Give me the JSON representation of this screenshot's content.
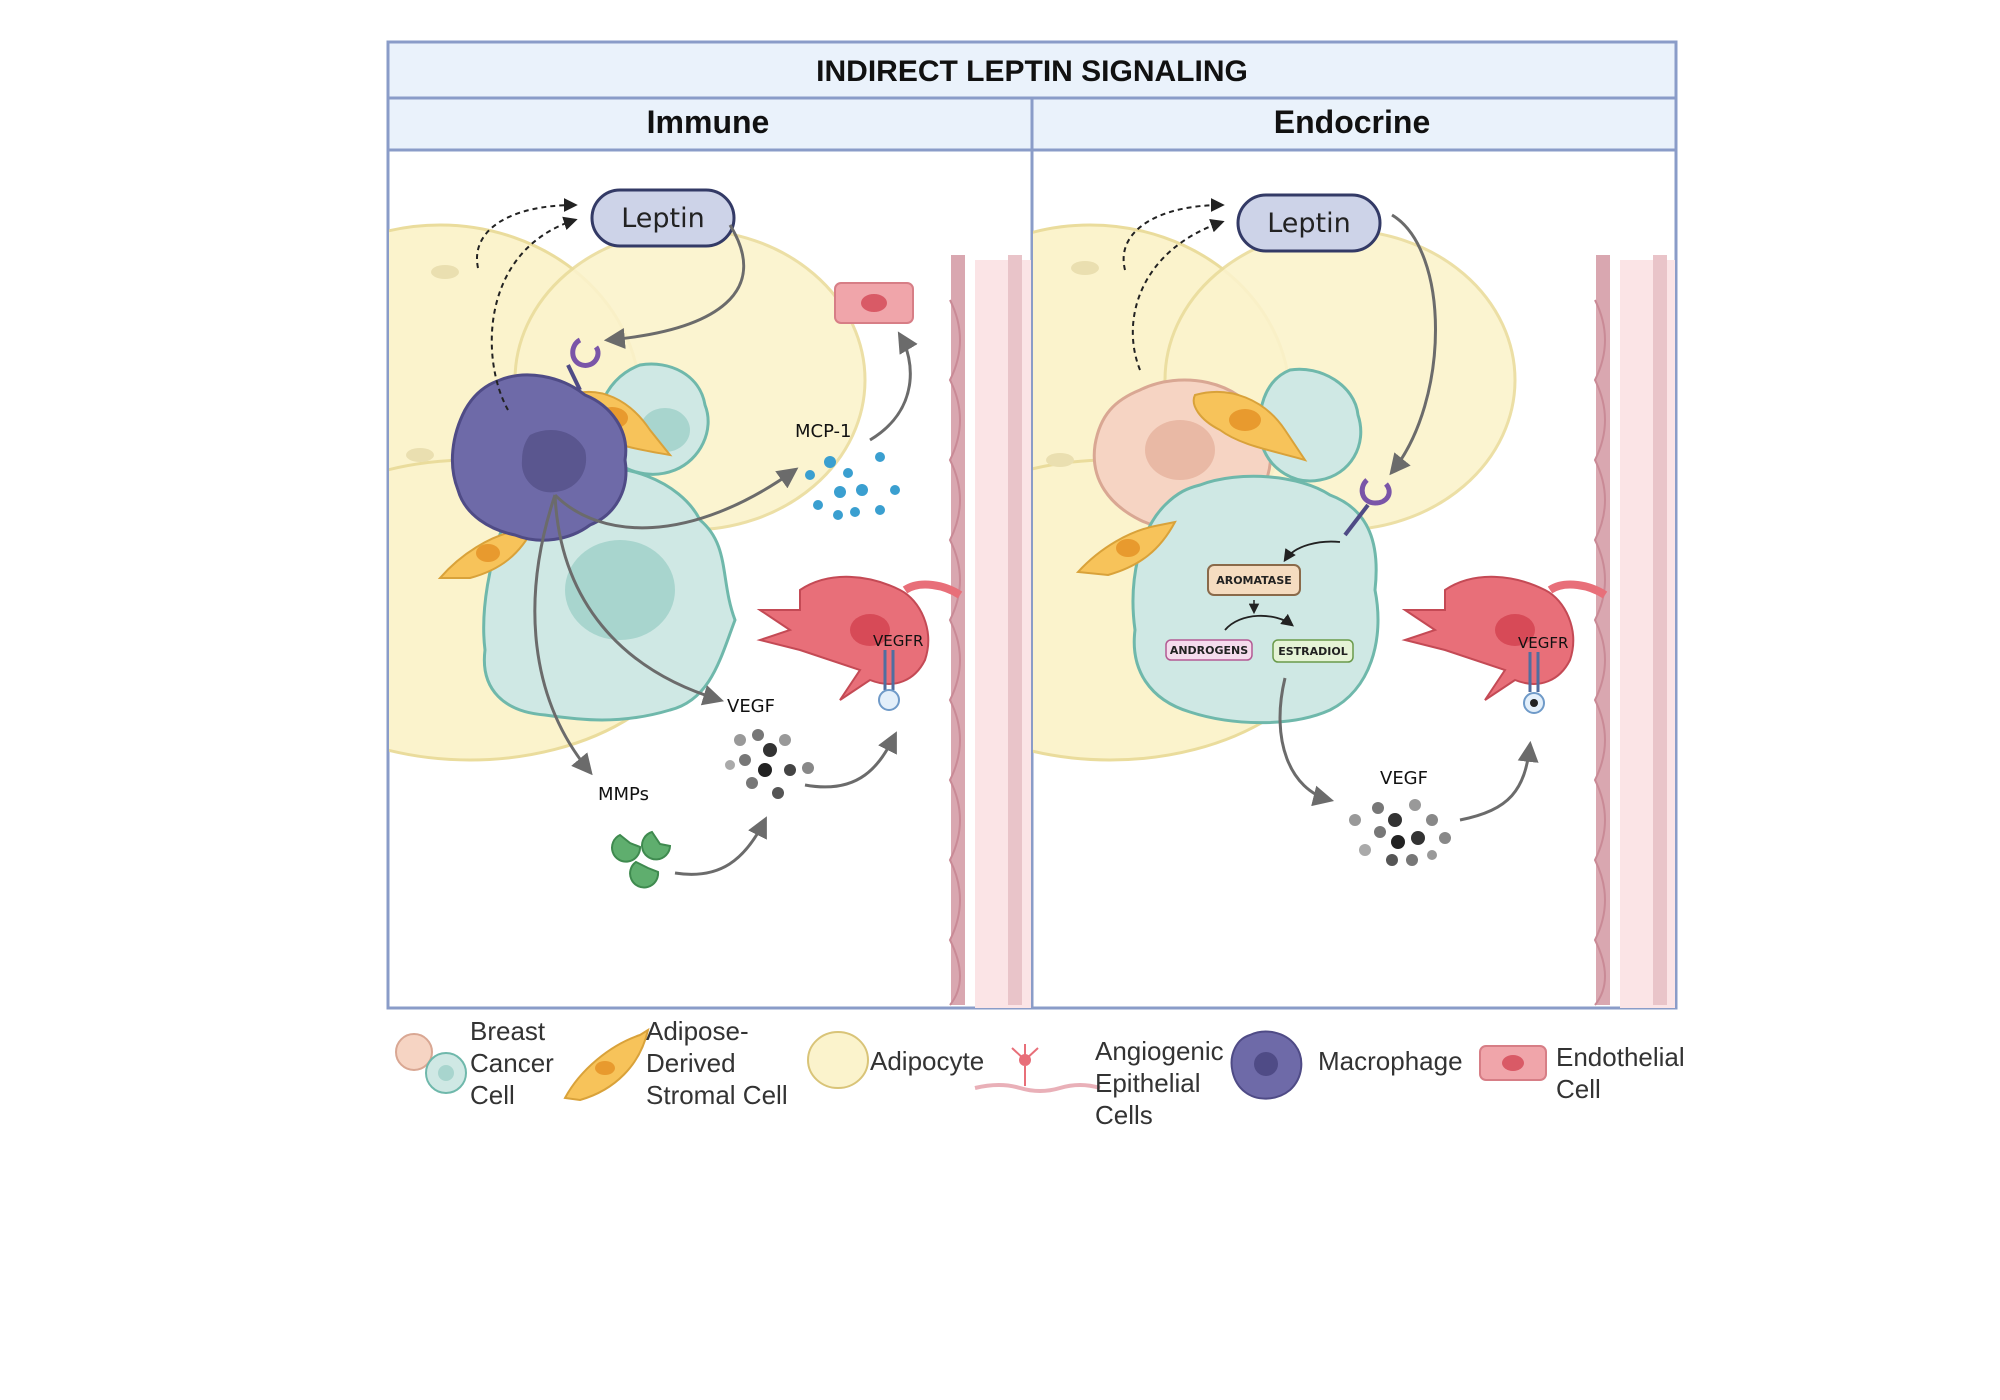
{
  "title": "INDIRECT LEPTIN SIGNALING",
  "panels": {
    "immune": {
      "heading": "Immune",
      "leptin": "Leptin",
      "mcp1": "MCP-1",
      "vegfr": "VEGFR",
      "vegf": "VEGF",
      "mmps": "MMPs"
    },
    "endocrine": {
      "heading": "Endocrine",
      "leptin": "Leptin",
      "aromatase": "AROMATASE",
      "androgens": "ANDROGENS",
      "estradiol": "ESTRADIOL",
      "vegfr": "VEGFR",
      "vegf": "VEGF"
    }
  },
  "legend": {
    "breast_cancer_cell": [
      "Breast",
      "Cancer",
      "Cell"
    ],
    "adipose_stromal_cell": [
      "Adipose-",
      "Derived",
      "Stromal Cell"
    ],
    "adipocyte": [
      "Adipocyte"
    ],
    "angiogenic_epithelial": [
      "Angiogenic",
      "Epithelial",
      "Cells"
    ],
    "macrophage": [
      "Macrophage"
    ],
    "endothelial_cell": [
      "Endothelial",
      "Cell"
    ]
  },
  "colors": {
    "frame": "#8a9cc8",
    "header_fill": "#eaf2fb",
    "leptin_fill": "#cdd3e8",
    "adipocyte": "#fbf3cc",
    "cancer_cell": "#cfe8e4",
    "macrophage": "#6e6aa8",
    "stromal": "#f7c35a",
    "endothelial": "#e8a3a8",
    "vessel": "#d9a7b0"
  }
}
